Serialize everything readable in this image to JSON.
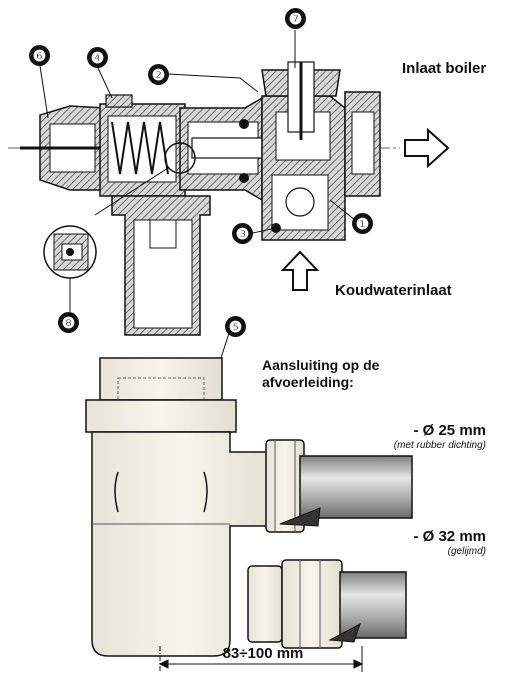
{
  "colors": {
    "ink": "#111111",
    "metal_hatch": "#8a8a8a",
    "siphon_body": "#f2f0e4",
    "pipe_gray": "#b8b8b8"
  },
  "labels": {
    "inlet_boiler": "Inlaat boiler",
    "cold_water_inlet": "Koudwaterinlaat",
    "drain_connection": "Aansluiting op de afvoerleiding:",
    "dia_25": "- Ø 25 mm",
    "dia_25_note": "(met rubber dichting)",
    "dia_32": "- Ø 32 mm",
    "dia_32_note": "(gelijmd)",
    "dimension": "83÷100 mm"
  },
  "callouts": [
    "❻",
    "❹",
    "❷",
    "❼",
    "❶",
    "❸",
    "❺",
    "❽"
  ],
  "icons": {
    "outlet_arrow": "hollow-arrow-right-icon",
    "inlet_arrow": "hollow-arrow-up-icon"
  }
}
